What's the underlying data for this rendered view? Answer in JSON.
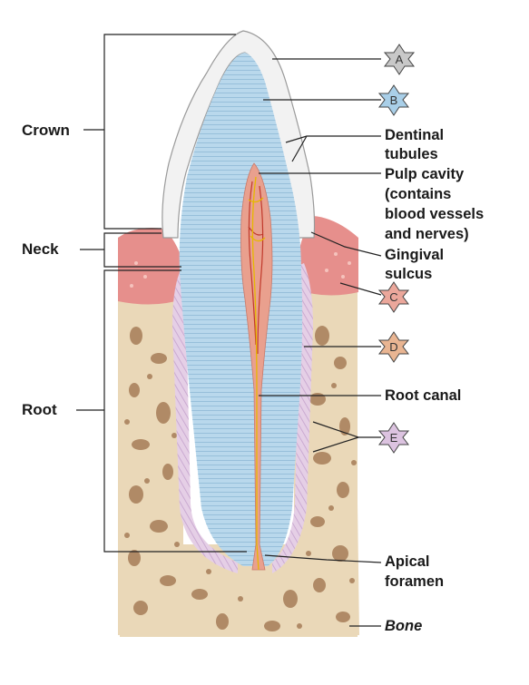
{
  "regions": {
    "crown": "Crown",
    "neck": "Neck",
    "root": "Root"
  },
  "labels": {
    "a": "A",
    "b": "B",
    "dentinal_tubules": [
      "Dentinal",
      "tubules"
    ],
    "pulp_cavity": [
      "Pulp cavity",
      "(contains",
      "blood vessels",
      "and nerves)"
    ],
    "gingival_sulcus": [
      "Gingival",
      "sulcus"
    ],
    "c": "C",
    "d": "D",
    "root_canal": "Root canal",
    "e": "E",
    "apical_foramen": [
      "Apical",
      "foramen"
    ],
    "bone": "Bone"
  },
  "colors": {
    "enamel": "#f2f2f2",
    "dentin": "#b9d8ec",
    "pulp": "#e9a08e",
    "gingiva": "#e68f8c",
    "bone": "#ead8b8",
    "bone_spots": "#b08a66",
    "cementum_ligament": "#e5cfe6",
    "star_a": "#c8c8c8",
    "star_b": "#a9cfe8",
    "star_c": "#eba79b",
    "star_d": "#e9b592",
    "star_e": "#dcc3e0"
  }
}
